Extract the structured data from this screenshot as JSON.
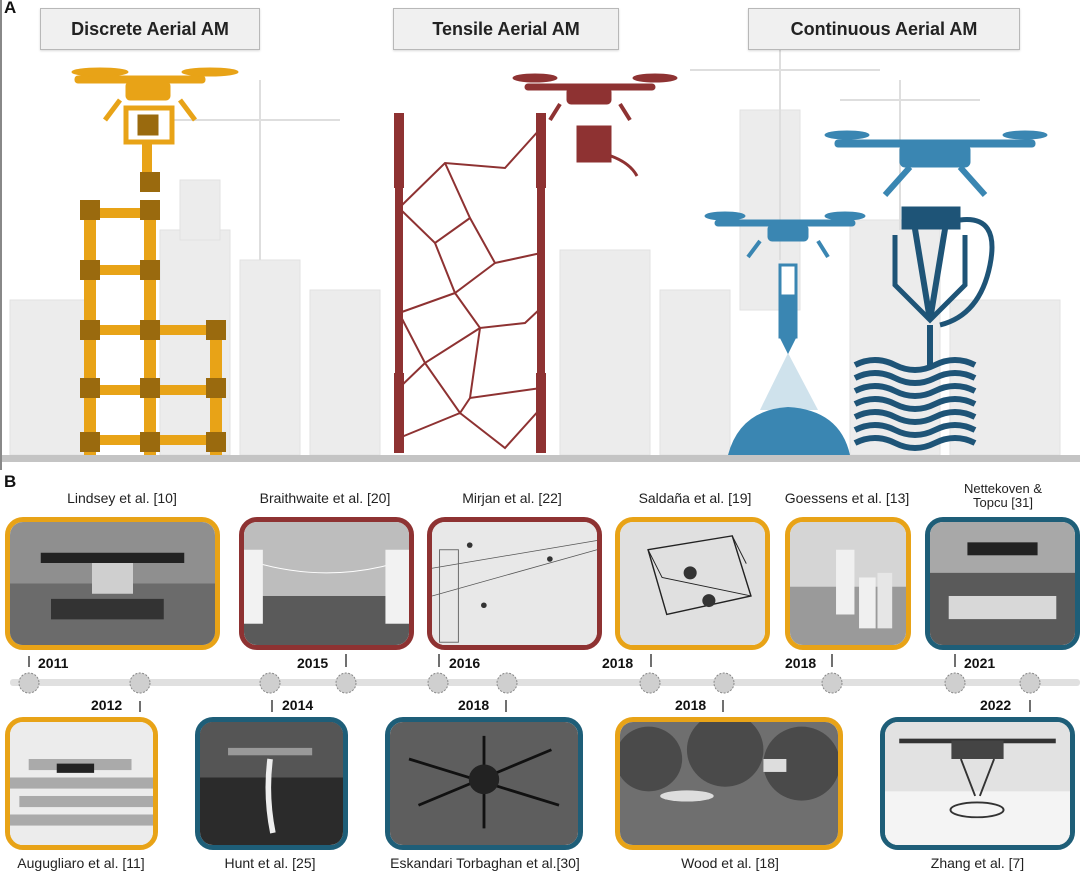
{
  "panel_a": {
    "letter": "A"
  },
  "panel_b": {
    "letter": "B"
  },
  "categories": [
    {
      "label": "Discrete Aerial AM",
      "color": "#E8A317"
    },
    {
      "label": "Tensile Aerial AM",
      "color": "#8E3232"
    },
    {
      "label": "Continuous Aerial AM",
      "color": "#2E7BA6"
    }
  ],
  "colors": {
    "discrete": "#E8A317",
    "discrete_dark": "#9A6A0E",
    "tensile": "#8E3232",
    "continuous": "#3A86B2",
    "continuous_dark": "#1E5477",
    "frame_teal": "#1E5E78",
    "timeline": "#d9d9d9",
    "dot": "#c8c8c8"
  },
  "timeline": {
    "top": [
      {
        "caption": "Lindsey et al. [10]",
        "year": "2011",
        "frame": "discrete"
      },
      {
        "caption": "Braithwaite et al. [20]",
        "year": "2015",
        "frame": "tensile"
      },
      {
        "caption": "Mirjan et al. [22]",
        "year": "2016",
        "frame": "tensile"
      },
      {
        "caption": "Saldaña et al. [19]",
        "year": "2018",
        "frame": "discrete"
      },
      {
        "caption": "Goessens et al. [13]",
        "year": "2018",
        "frame": "discrete"
      },
      {
        "caption": "Nettekoven & Topcu [31]",
        "year": "2021",
        "frame": "teal"
      }
    ],
    "bottom": [
      {
        "caption": "Augugliaro et al. [11]",
        "year": "2012",
        "frame": "discrete"
      },
      {
        "caption": "Hunt et al. [25]",
        "year": "2014",
        "frame": "teal"
      },
      {
        "caption": "Eskandari Torbaghan et al.[30]",
        "year": "2018",
        "frame": "teal"
      },
      {
        "caption": "Wood et al. [18]",
        "year": "2018",
        "frame": "discrete"
      },
      {
        "caption": "Zhang et al. [7]",
        "year": "2022",
        "frame": "teal"
      }
    ]
  }
}
